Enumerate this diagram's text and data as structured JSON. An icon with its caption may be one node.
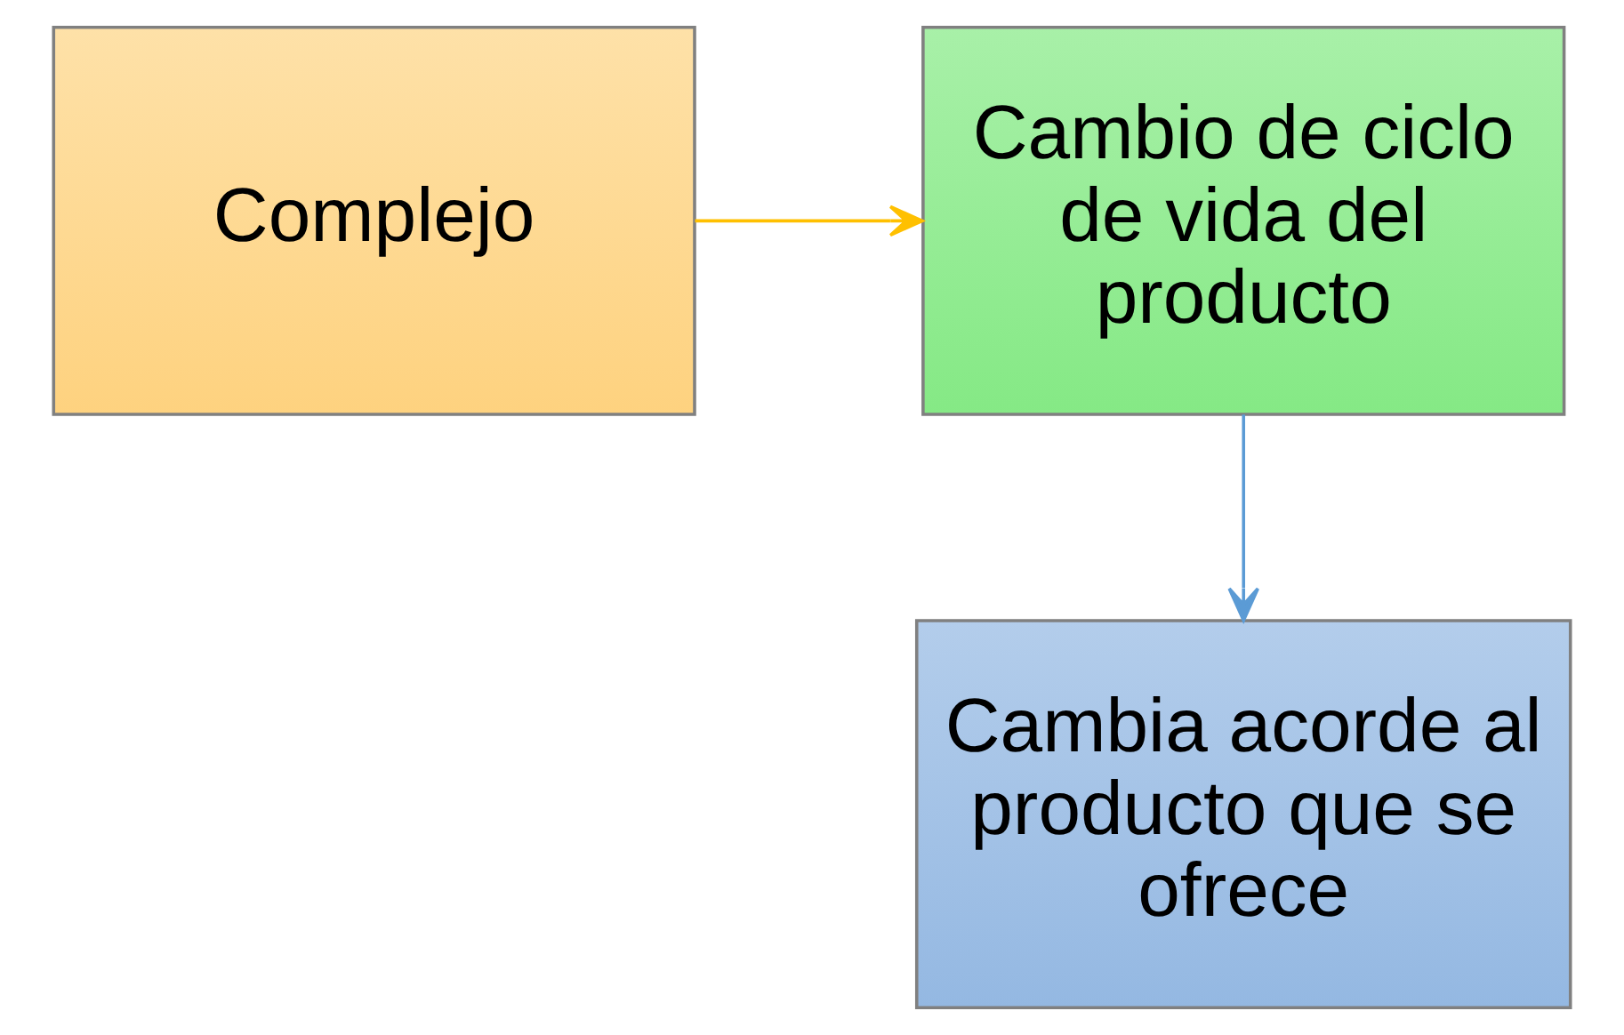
{
  "diagram": {
    "nodes": [
      {
        "text": [
          "Complejo"
        ]
      },
      {
        "text": [
          "Cambio de ciclo de vida del producto"
        ]
      },
      {
        "text": [
          "Cambia acorde al producto que se ofrece"
        ]
      }
    ],
    "edges": [
      {
        "from": 0,
        "to": 1,
        "arrow": "to",
        "color": "#ffc000"
      },
      {
        "from": 1,
        "to": 2,
        "arrow": "to",
        "color": "#5b9bd5"
      }
    ]
  }
}
